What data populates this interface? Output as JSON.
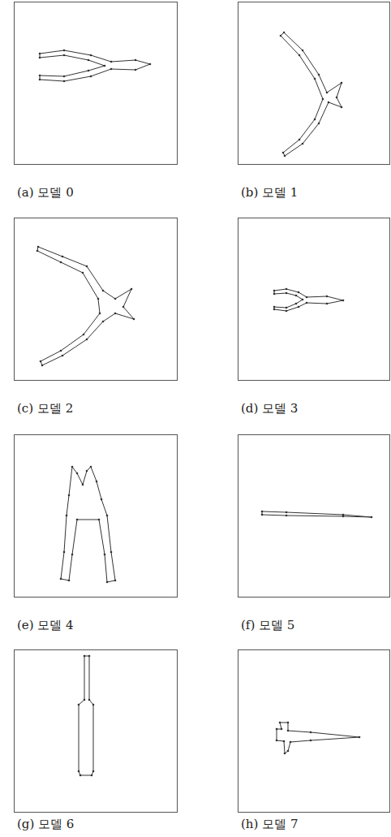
{
  "diagram": {
    "labels": [
      "(a) 모델 0",
      "(b) 모델 1",
      "(c) 모델 2",
      "(d) 모델 3",
      "(e) 모델 4",
      "(f) 모델 5",
      "(g) 모델 6",
      "(h) 모델 7"
    ]
  }
}
